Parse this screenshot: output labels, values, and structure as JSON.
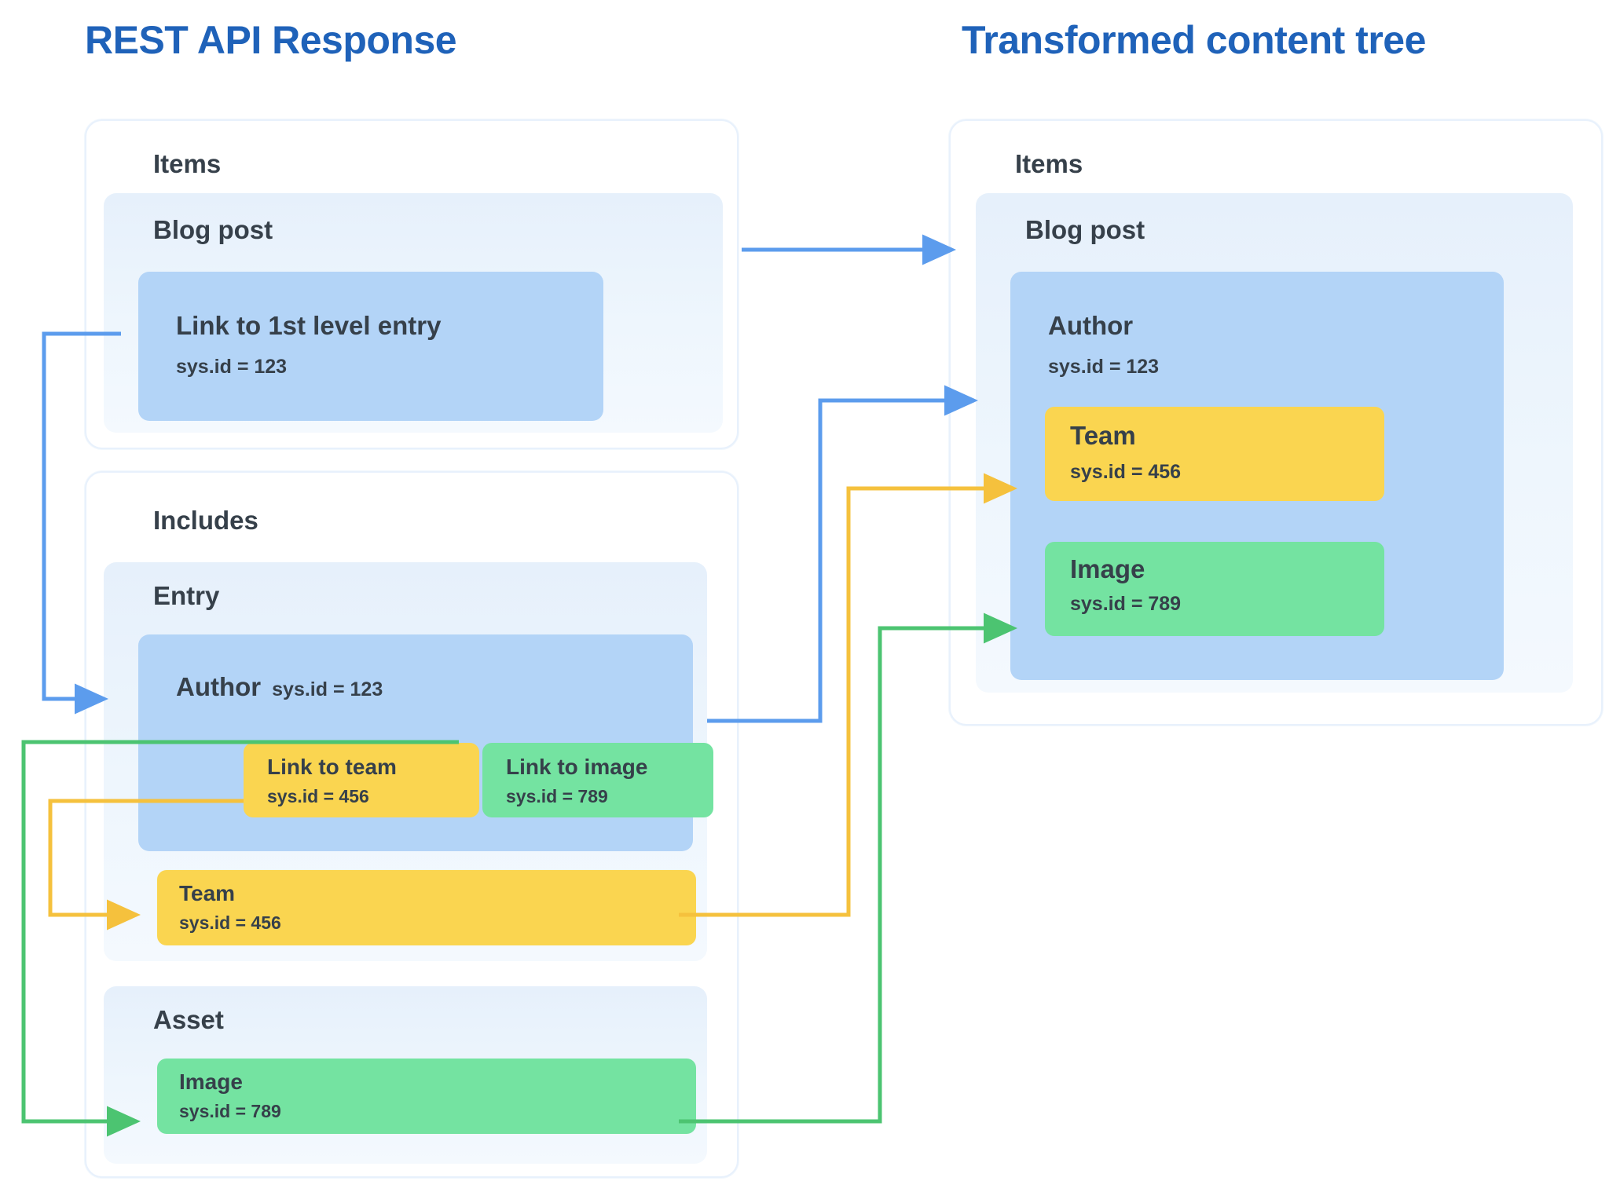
{
  "panels": {
    "left": {
      "title": "REST API Response",
      "groups": [
        {
          "label": "Items",
          "entries": [
            {
              "label": "Blog post",
              "children": [
                {
                  "title": "Link to 1st level entry",
                  "sub": "sys.id = 123",
                  "color": "blue"
                }
              ]
            }
          ]
        },
        {
          "label": "Includes",
          "entries": [
            {
              "label": "Entry",
              "children": [
                {
                  "title": "Author",
                  "sub": "sys.id = 123",
                  "color": "blue",
                  "children": [
                    {
                      "title": "Link to team",
                      "sub": "sys.id = 456",
                      "color": "yellow"
                    },
                    {
                      "title": "Link to image",
                      "sub": "sys.id = 789",
                      "color": "green"
                    }
                  ]
                },
                {
                  "title": "Team",
                  "sub": "sys.id = 456",
                  "color": "yellow"
                }
              ]
            },
            {
              "label": "Asset",
              "entries": [
                {
                  "title": "Image",
                  "sub": "sys.id = 789",
                  "color": "green"
                }
              ]
            }
          ]
        }
      ]
    },
    "right": {
      "title": "Transformed content tree",
      "groups": [
        {
          "label": "Items",
          "entries": [
            {
              "label": "Blog post",
              "children": [
                {
                  "title": "Author",
                  "sub": "sys.id = 123",
                  "color": "blue",
                  "children": [
                    {
                      "title": "Team",
                      "sub": "sys.id = 456",
                      "color": "yellow"
                    },
                    {
                      "title": "Image",
                      "sub": "sys.id = 789",
                      "color": "green"
                    }
                  ]
                }
              ]
            }
          ]
        }
      ]
    }
  },
  "labels": {
    "items": "Items",
    "includes": "Includes",
    "entry": "Entry",
    "asset": "Asset",
    "blog_post": "Blog post",
    "link_1st_level": "Link to 1st level entry",
    "author": "Author",
    "team": "Team",
    "image": "Image",
    "link_to_team": "Link to team",
    "link_to_image": "Link to image",
    "sys_123": "sys.id = 123",
    "sys_456": "sys.id = 456",
    "sys_789": "sys.id = 789"
  },
  "colors": {
    "heading_blue": "#1f62b9",
    "node_blue": "#b3d4f7",
    "node_yellow": "#fad550",
    "node_green": "#74e3a1",
    "band_light_blue": "#e6f0fb",
    "card_border": "#e8f1fc",
    "arrow_blue": "#5c9ced",
    "arrow_yellow": "#f5c13d",
    "arrow_green": "#4cc471",
    "text_dark": "#36404a",
    "background": "#ffffff"
  },
  "connectors": [
    {
      "name": "blog-post-to-blog-post",
      "color": "#5c9ced",
      "from": "left.blog_post",
      "to": "right.blog_post"
    },
    {
      "name": "link-1st-level-to-author-entry",
      "color": "#5c9ced",
      "from": "left.link_1st_level",
      "to": "left.author"
    },
    {
      "name": "author-to-author",
      "color": "#5c9ced",
      "from": "left.author",
      "to": "right.author"
    },
    {
      "name": "link-to-team-to-team",
      "color": "#f5c13d",
      "from": "left.link_to_team",
      "to": "left.team"
    },
    {
      "name": "team-to-team",
      "color": "#f5c13d",
      "from": "left.team",
      "to": "right.team"
    },
    {
      "name": "link-to-image-to-image",
      "color": "#4cc471",
      "from": "left.link_to_image",
      "to": "left.image"
    },
    {
      "name": "image-to-image",
      "color": "#4cc471",
      "from": "left.image",
      "to": "right.image"
    }
  ]
}
